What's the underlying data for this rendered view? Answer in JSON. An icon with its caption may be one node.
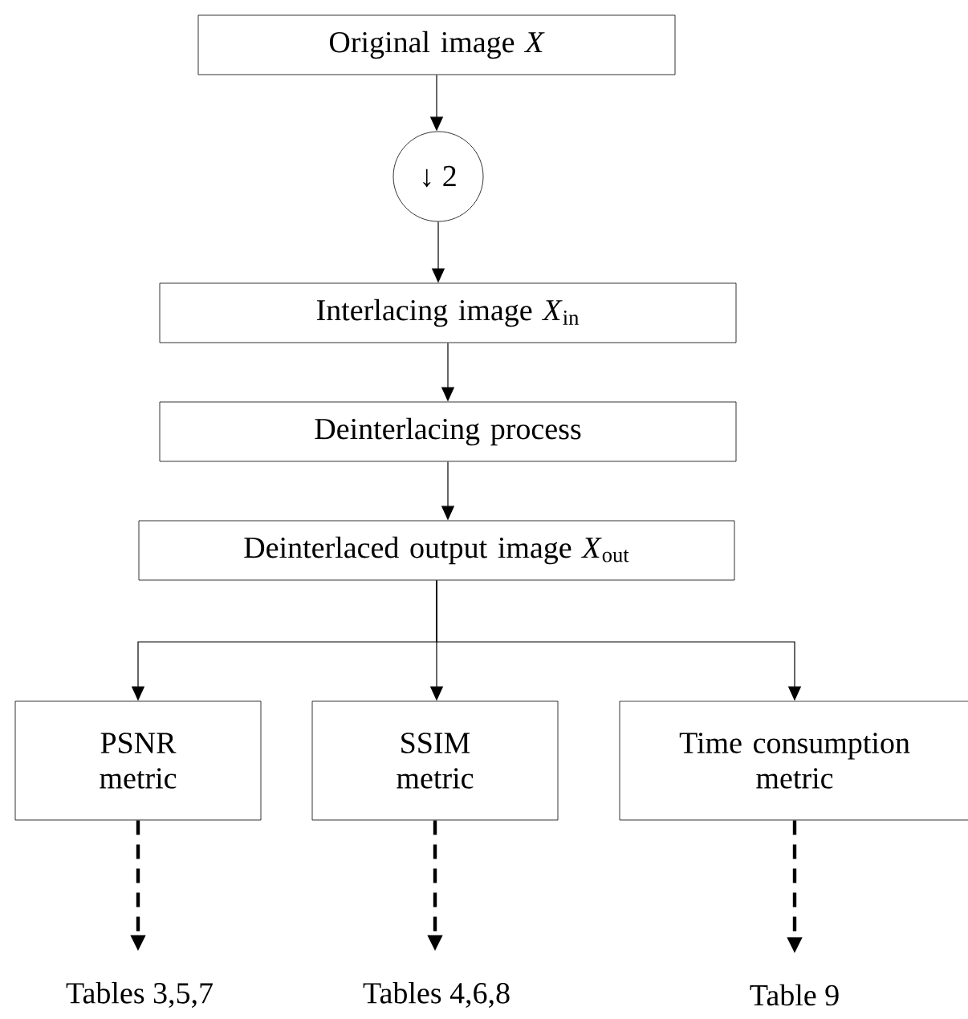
{
  "diagram": {
    "nodes": [
      {
        "text": [
          "Original image *X*"
        ]
      },
      {
        "text": [
          "↓ 2"
        ]
      },
      {
        "text": [
          "Interlacing image *X*$_{in}$"
        ]
      },
      {
        "text": [
          "Deinterlacing process"
        ]
      },
      {
        "text": [
          "Deinterlaced output image *X*$_{out}$"
        ]
      },
      {
        "text": [
          "PSNR metric"
        ]
      },
      {
        "text": [
          "SSIM metric"
        ]
      },
      {
        "text": [
          "Time consumption metric"
        ]
      },
      {
        "text": [
          "Tables 3,5,7"
        ]
      },
      {
        "text": [
          "Tables 4,6,8"
        ]
      },
      {
        "text": [
          "Table 9"
        ]
      }
    ],
    "edges": [
      {
        "from": 0,
        "to": 1,
        "arrow": "to"
      },
      {
        "from": 1,
        "to": 2,
        "arrow": "to"
      },
      {
        "from": 2,
        "to": 3,
        "arrow": "to"
      },
      {
        "from": 3,
        "to": 4,
        "arrow": "to"
      },
      {
        "from": 4,
        "to": 5,
        "arrow": "to"
      },
      {
        "from": 4,
        "to": 6,
        "arrow": "to"
      },
      {
        "from": 4,
        "to": 7,
        "arrow": "to"
      },
      {
        "from": 5,
        "to": 8,
        "arrow": "to",
        "style": "dashed"
      },
      {
        "from": 6,
        "to": 9,
        "arrow": "to",
        "style": "dashed"
      },
      {
        "from": 7,
        "to": 10,
        "arrow": "to",
        "style": "dashed"
      }
    ]
  }
}
